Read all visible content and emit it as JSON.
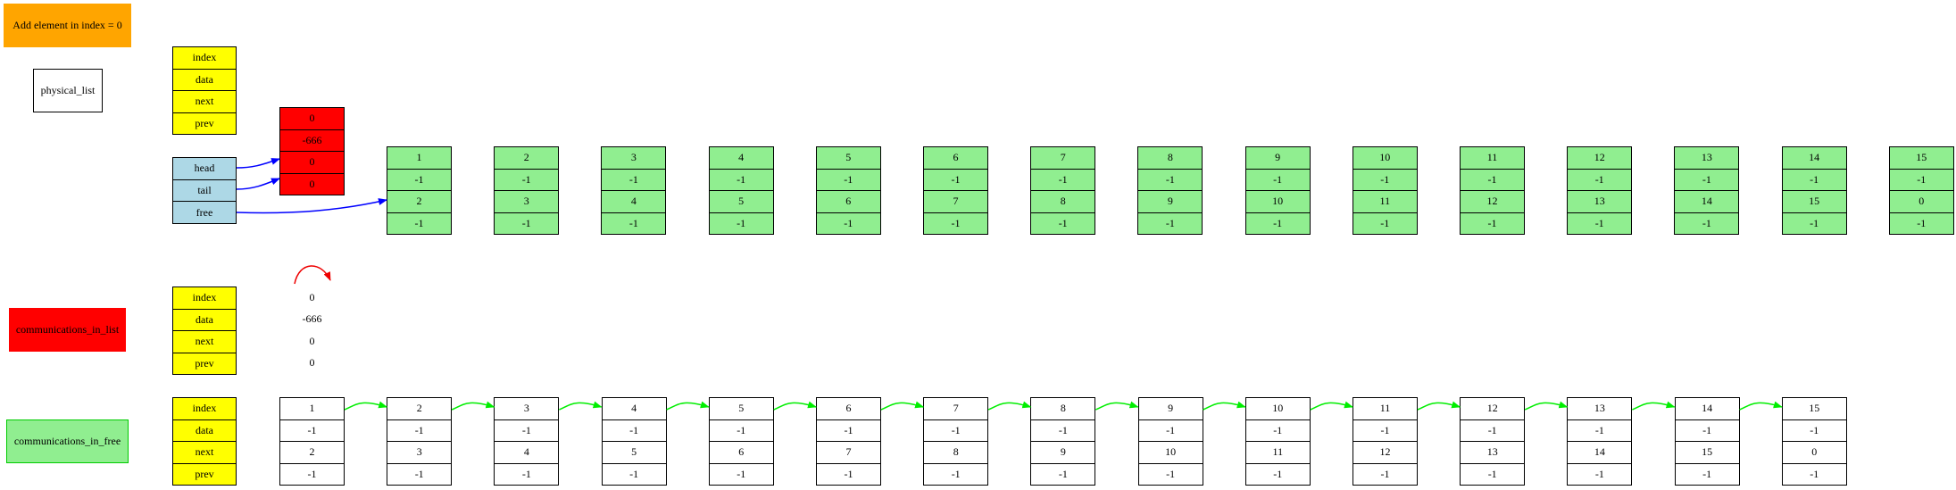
{
  "colors": {
    "banner": "#ffa500",
    "legend": "#ffff00",
    "pointer": "#add8e6",
    "sentinel": "#ff0000",
    "free_node": "#90ee90",
    "arrow_pointer": "#0000ff",
    "arrow_free": "#00ee00",
    "arrow_list": "#ee0000"
  },
  "header": {
    "banner": "Add element in index = 0",
    "physical_label": "physical_list"
  },
  "legend_fields": [
    "index",
    "data",
    "next",
    "prev"
  ],
  "pointers": [
    "head",
    "tail",
    "free"
  ],
  "sentinel": [
    "0",
    "-666",
    "0",
    "0"
  ],
  "physical_nodes": [
    [
      "1",
      "-1",
      "2",
      "-1"
    ],
    [
      "2",
      "-1",
      "3",
      "-1"
    ],
    [
      "3",
      "-1",
      "4",
      "-1"
    ],
    [
      "4",
      "-1",
      "5",
      "-1"
    ],
    [
      "5",
      "-1",
      "6",
      "-1"
    ],
    [
      "6",
      "-1",
      "7",
      "-1"
    ],
    [
      "7",
      "-1",
      "8",
      "-1"
    ],
    [
      "8",
      "-1",
      "9",
      "-1"
    ],
    [
      "9",
      "-1",
      "10",
      "-1"
    ],
    [
      "10",
      "-1",
      "11",
      "-1"
    ],
    [
      "11",
      "-1",
      "12",
      "-1"
    ],
    [
      "12",
      "-1",
      "13",
      "-1"
    ],
    [
      "13",
      "-1",
      "14",
      "-1"
    ],
    [
      "14",
      "-1",
      "15",
      "-1"
    ],
    [
      "15",
      "-1",
      "0",
      "-1"
    ]
  ],
  "comm_list": {
    "label": "communications_in_list",
    "values": [
      "0",
      "-666",
      "0",
      "0"
    ]
  },
  "comm_free": {
    "label": "communications_in_free",
    "nodes": [
      [
        "1",
        "-1",
        "2",
        "-1"
      ],
      [
        "2",
        "-1",
        "3",
        "-1"
      ],
      [
        "3",
        "-1",
        "4",
        "-1"
      ],
      [
        "4",
        "-1",
        "5",
        "-1"
      ],
      [
        "5",
        "-1",
        "6",
        "-1"
      ],
      [
        "6",
        "-1",
        "7",
        "-1"
      ],
      [
        "7",
        "-1",
        "8",
        "-1"
      ],
      [
        "8",
        "-1",
        "9",
        "-1"
      ],
      [
        "9",
        "-1",
        "10",
        "-1"
      ],
      [
        "10",
        "-1",
        "11",
        "-1"
      ],
      [
        "11",
        "-1",
        "12",
        "-1"
      ],
      [
        "12",
        "-1",
        "13",
        "-1"
      ],
      [
        "13",
        "-1",
        "14",
        "-1"
      ],
      [
        "14",
        "-1",
        "15",
        "-1"
      ],
      [
        "15",
        "-1",
        "0",
        "-1"
      ]
    ]
  }
}
